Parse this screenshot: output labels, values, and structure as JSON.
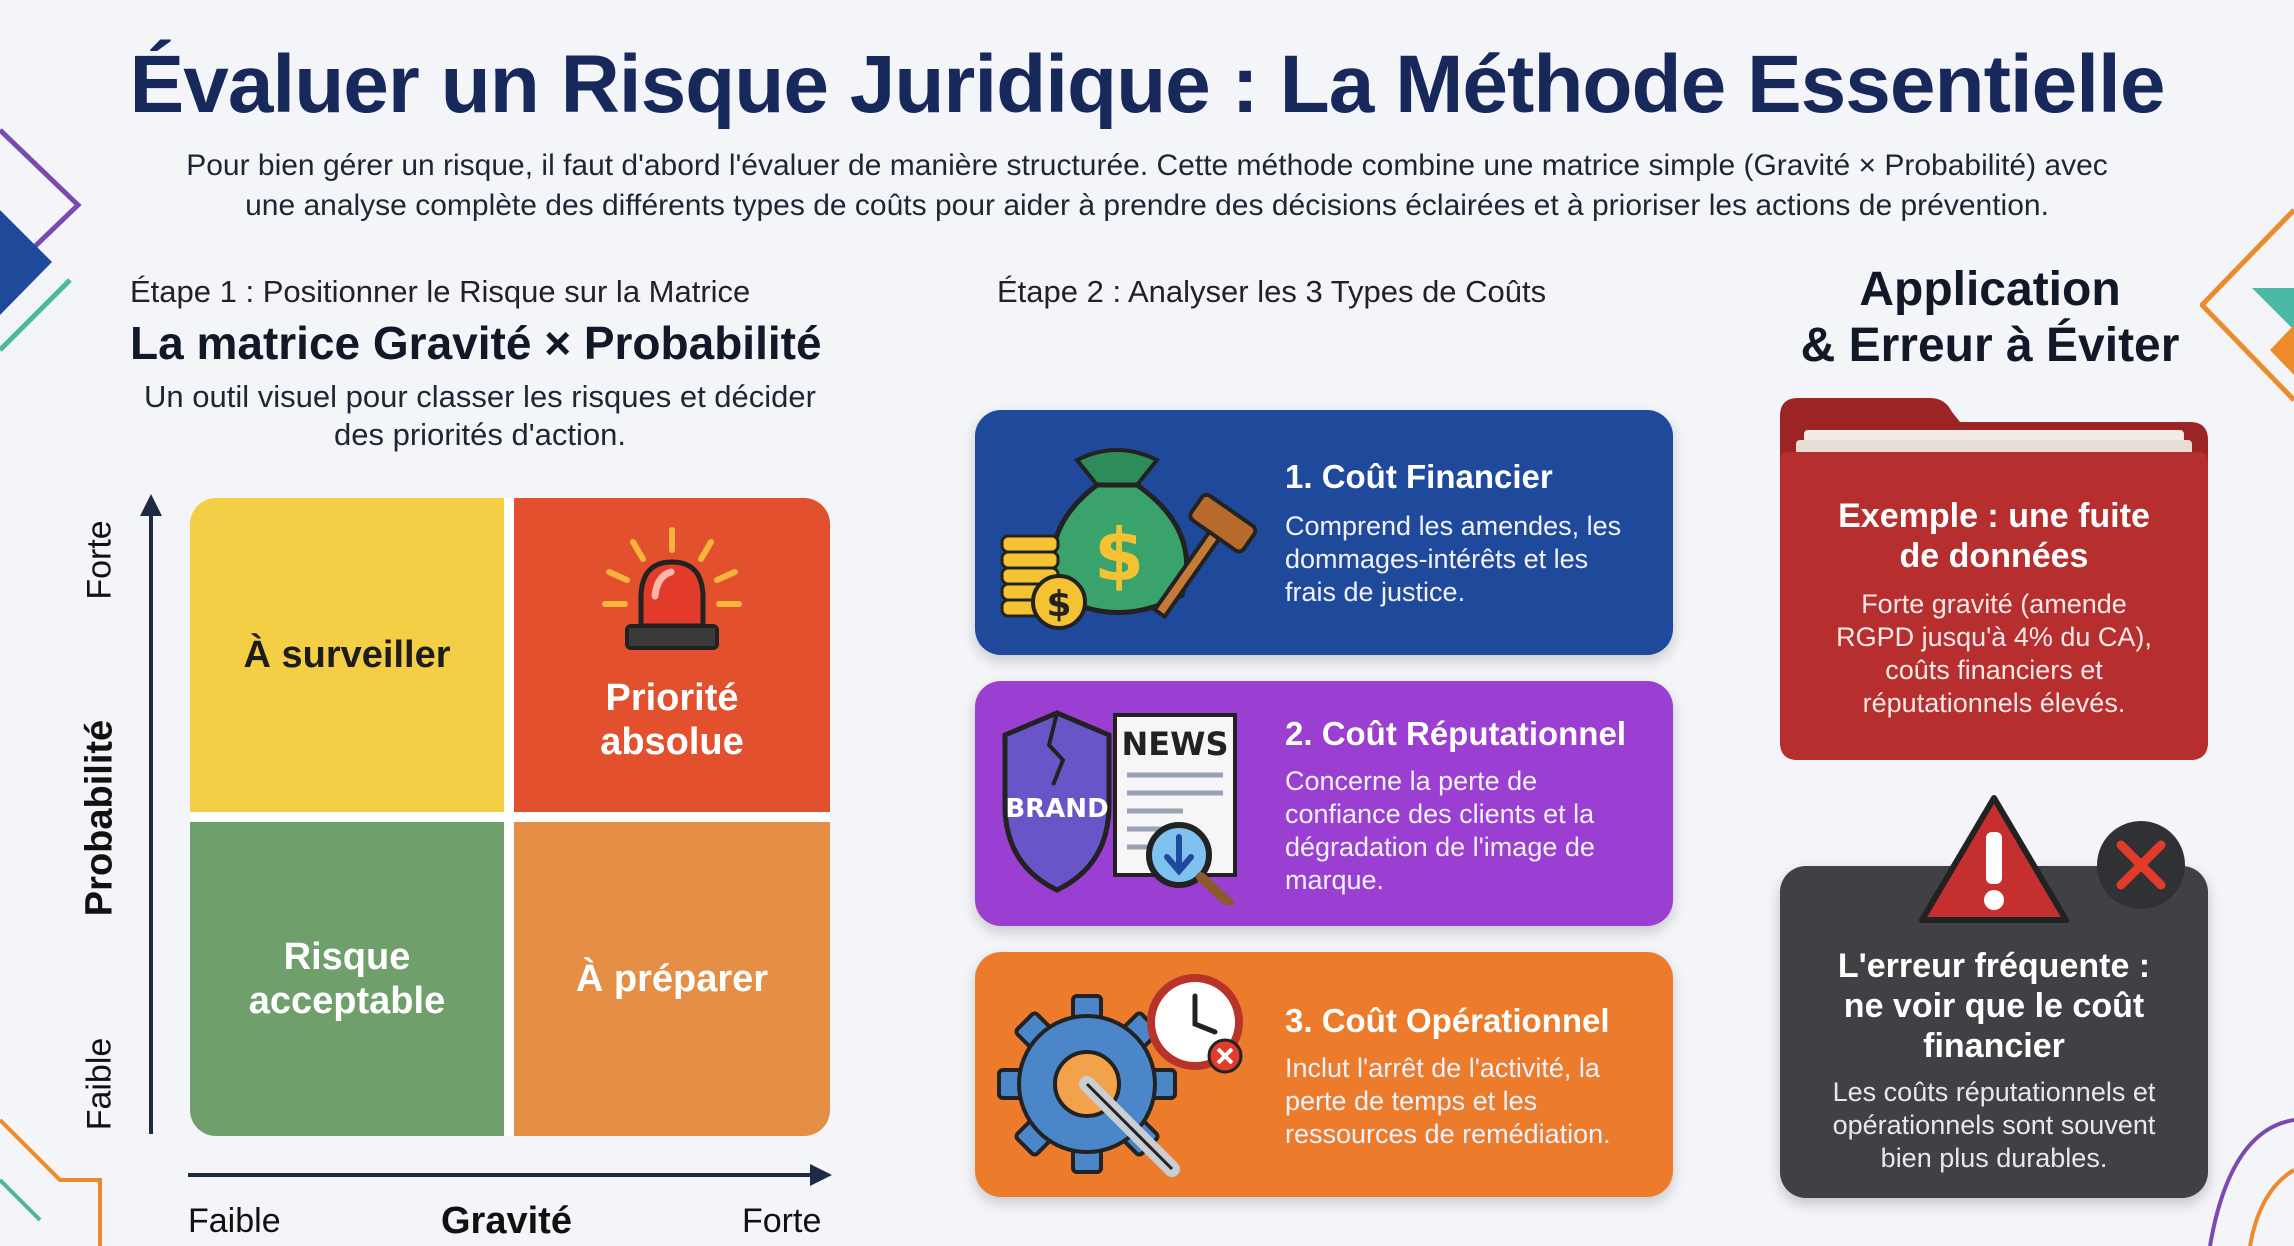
{
  "title": "Évaluer un Risque Juridique : La Méthode Essentielle",
  "intro": [
    "Pour bien gérer un risque, il faut d'abord l'évaluer de manière structurée. Cette méthode combine une matrice simple (Gravité × Probabilité) avec",
    "une analyse complète des différents types de coûts pour aider à prendre des décisions éclairées et à prioriser les actions de prévention."
  ],
  "step1": {
    "label": "Étape 1 : Positionner le Risque sur la Matrice",
    "title": "La matrice Gravité × Probabilité",
    "subtitle": [
      "Un outil visuel pour classer les risques et décider",
      "des priorités d'action."
    ]
  },
  "matrix": {
    "cells": {
      "top_left": "À surveiller",
      "top_right": [
        "Priorité",
        "absolue"
      ],
      "bottom_left": [
        "Risque",
        "acceptable"
      ],
      "bottom_right": "À préparer"
    },
    "y_axis": {
      "title": "Probabilité",
      "high": "Forte",
      "low": "Faible"
    },
    "x_axis": {
      "title": "Gravité",
      "low": "Faible",
      "high": "Forte"
    },
    "colors": {
      "yellow": "#f4cf46",
      "red": "#e2502e",
      "green": "#6f9f6a",
      "orange": "#e58e45"
    }
  },
  "step2": {
    "label": "Étape 2 : Analyser les 3 Types de Coûts",
    "costs": [
      {
        "title": "1. Coût Financier",
        "desc": [
          "Comprend les amendes, les",
          "dommages-intérêts et les",
          "frais de justice."
        ],
        "color": "#1f4a9c",
        "icon": "money-bag-gavel-icon"
      },
      {
        "title": "2. Coût Réputationnel",
        "desc": [
          "Concerne la perte de",
          "confiance des clients et la",
          "dégradation de l'image de",
          "marque."
        ],
        "color": "#9a3fd1",
        "icon": "brand-shield-news-icon",
        "icon_text": {
          "news": "NEWS",
          "brand": "BRAND"
        }
      },
      {
        "title": "3. Coût Opérationnel",
        "desc": [
          "Inclut l'arrêt de l'activité, la",
          "perte de temps et les",
          "ressources de remédiation."
        ],
        "color": "#ec7c2c",
        "icon": "gear-wrench-clock-icon"
      }
    ]
  },
  "application": {
    "title": [
      "Application",
      "& Erreur à Éviter"
    ],
    "example": {
      "title": [
        "Exemple : une fuite",
        "de données"
      ],
      "desc": [
        "Forte gravité (amende",
        "RGPD jusqu'à 4% du CA),",
        "coûts financiers et",
        "réputationnels élevés."
      ],
      "color": "#b72e2e"
    },
    "error": {
      "title": [
        "L'erreur fréquente :",
        "ne voir que le coût",
        "financier"
      ],
      "desc": [
        "Les coûts réputationnels et",
        "opérationnels sont souvent",
        "bien plus durables."
      ],
      "color": "#3f4145"
    }
  }
}
